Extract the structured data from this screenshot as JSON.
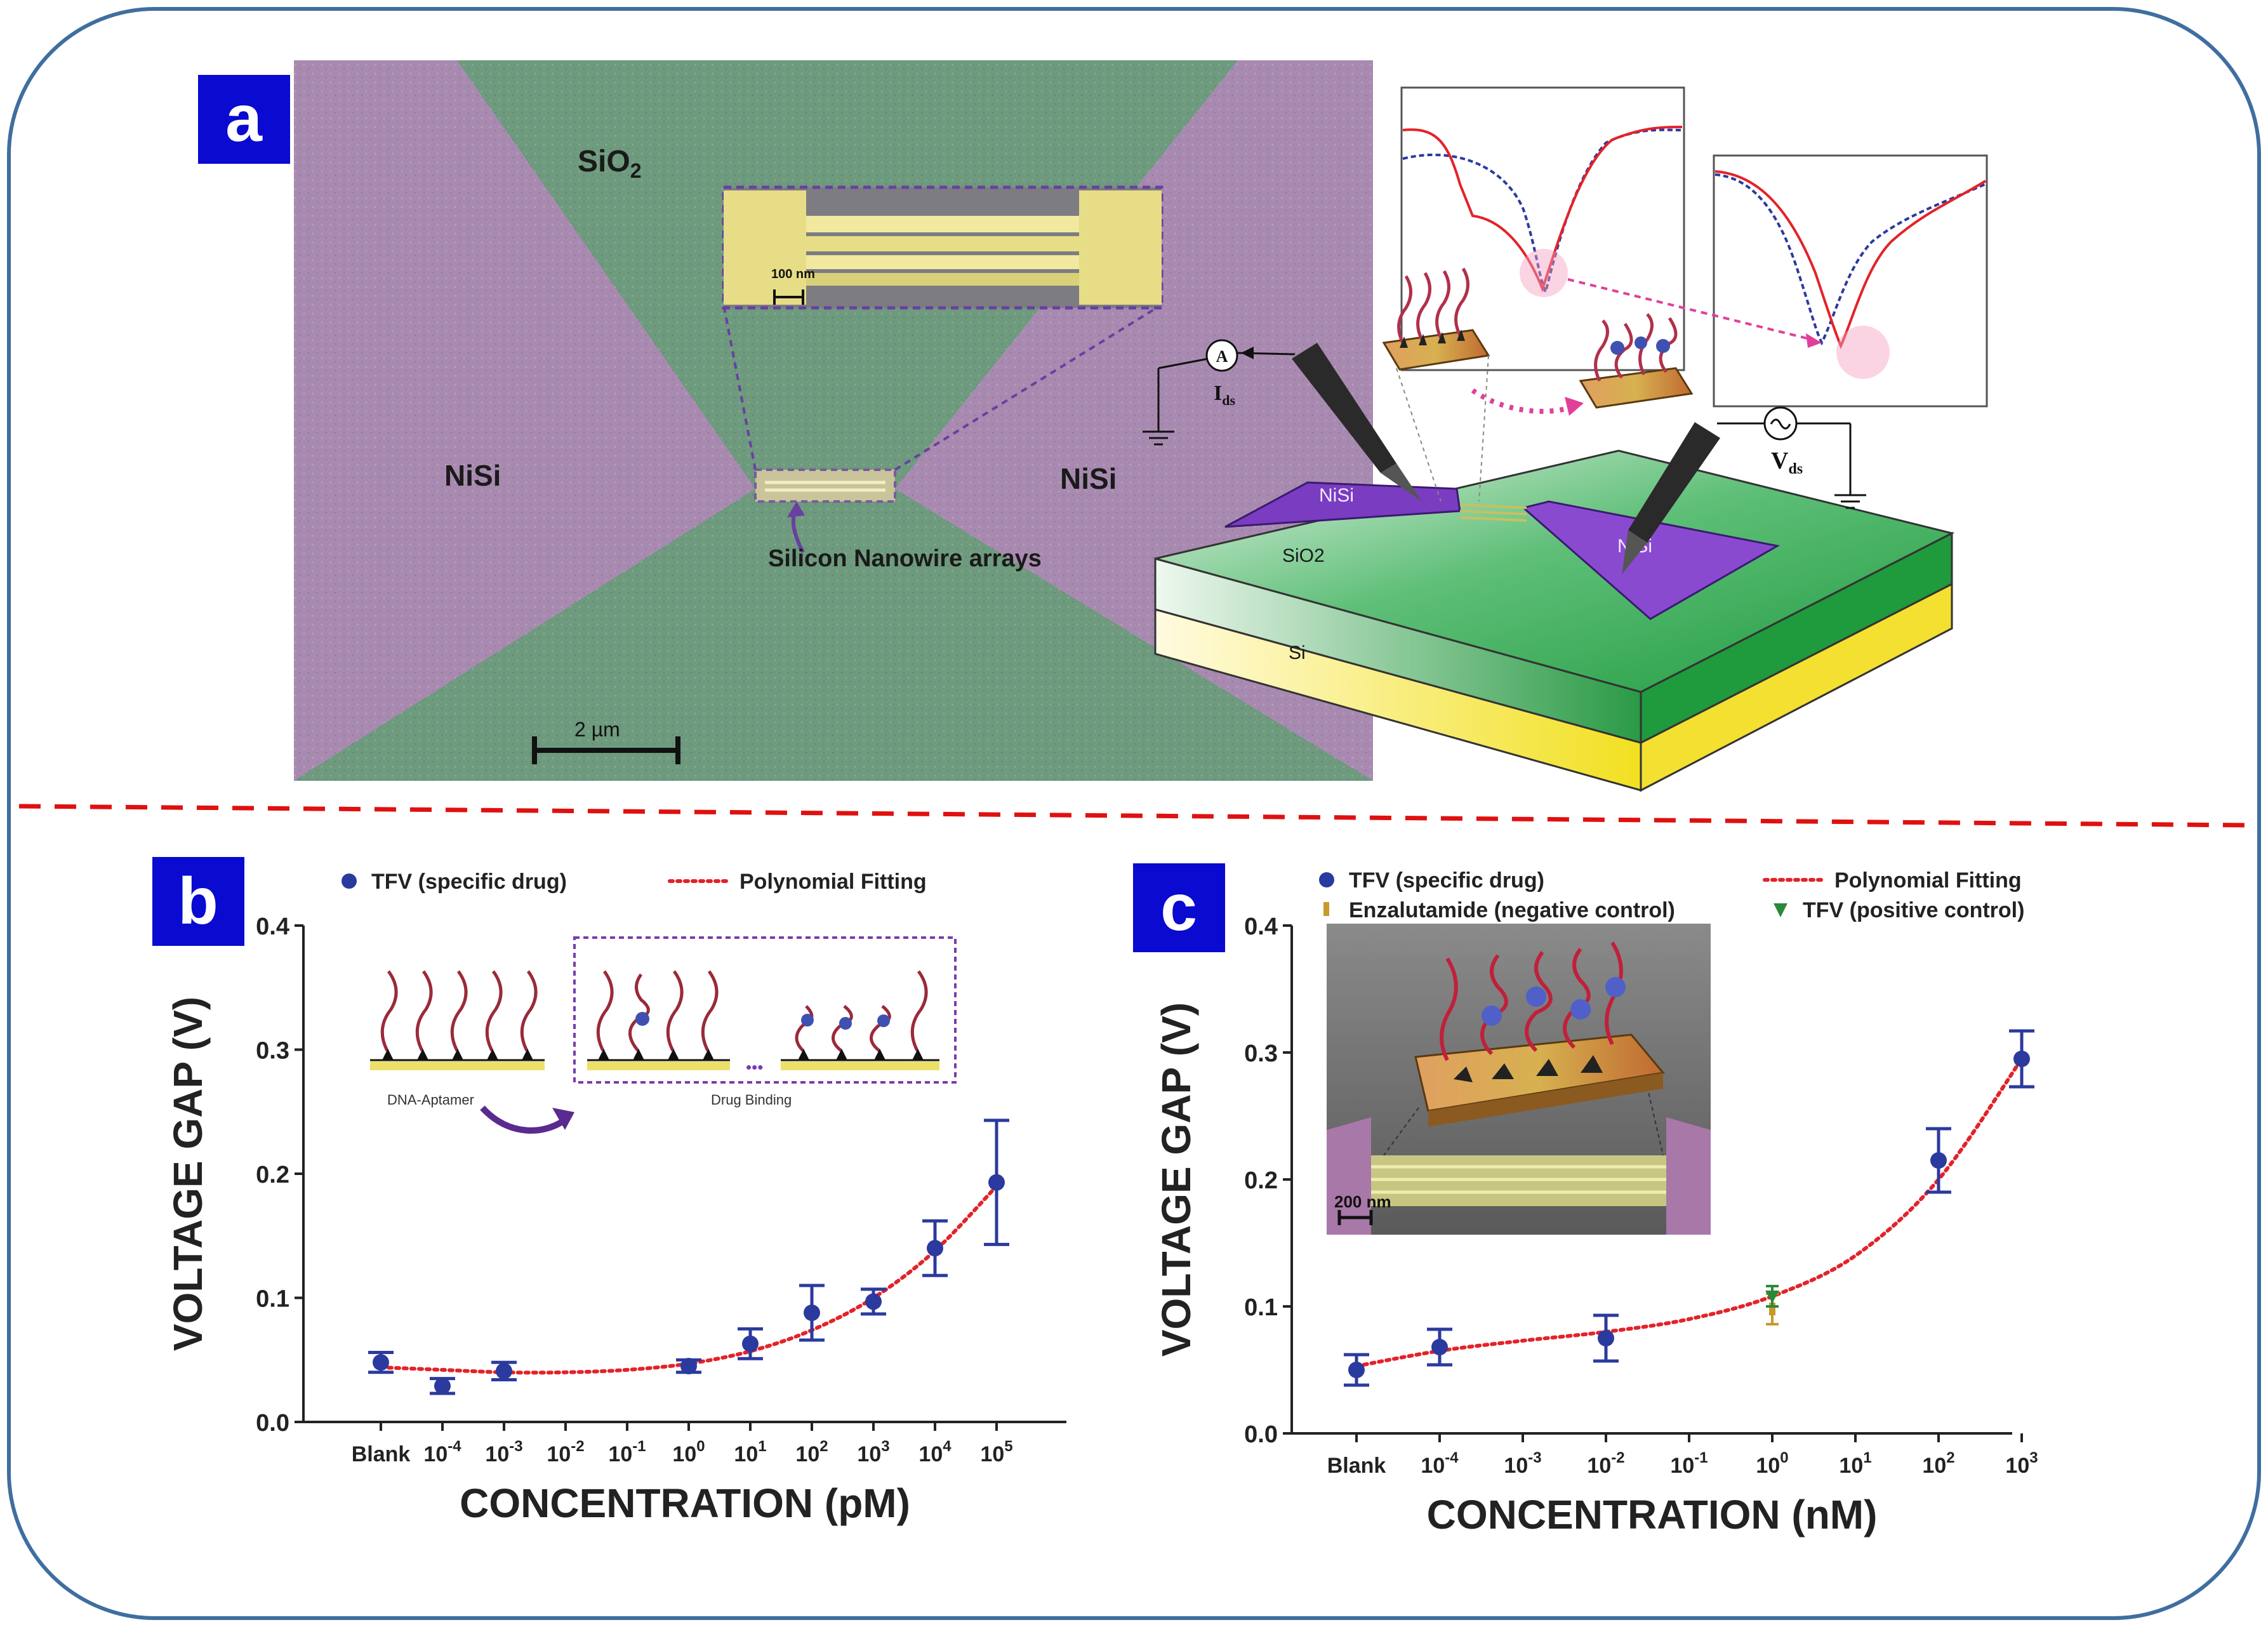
{
  "panels": {
    "a": "a",
    "b": "b",
    "c": "c"
  },
  "panel_a": {
    "sem_labels": {
      "sio2": "SiO",
      "sio2_sub": "2",
      "nisi_left": "NiSi",
      "nisi_right": "NiSi",
      "inset_scale": "100 nm",
      "nanowire": "Silicon Nanowire arrays",
      "scale_bar": "2 µm"
    },
    "device_labels": {
      "ammeter": "A",
      "ids": "I",
      "ids_sub": "ds",
      "vds": "V",
      "vds_sub": "ds",
      "nisi_left": "NiSi",
      "nisi_right": "NiSi",
      "sio2": "SiO2",
      "si": "Si"
    }
  },
  "panel_b": {
    "inset_labels": {
      "aptamer": "DNA-Aptamer",
      "binding": "Drug Binding",
      "dots": "•••"
    }
  },
  "panel_c": {
    "inset_scale": "200 nm"
  },
  "colors": {
    "frame": "#3f6ea0",
    "panel_badge": "#0a0ad0",
    "divider": "#e01010",
    "series_blue": "#2b3a9e",
    "fit_red": "#e2232a",
    "enzalutamide": "#c89a2a",
    "positive_control": "#2a8a3a",
    "sem_green": "#6e9a7e",
    "sem_purple": "#a88ab0",
    "nanowire_yellow": "#e8e0a0"
  },
  "chart_data": [
    {
      "type": "scatter",
      "panel": "b",
      "xlabel": "CONCENTRATION (pM)",
      "ylabel": "VOLTAGE GAP (V)",
      "ylim": [
        0,
        0.4
      ],
      "yticks": [
        "0.0",
        "0.1",
        "0.2",
        "0.3",
        "0.4"
      ],
      "categories": [
        "Blank",
        "10",
        "10",
        "10",
        "10",
        "10",
        "10",
        "10",
        "10",
        "10",
        "10"
      ],
      "category_exponents": [
        "",
        "-4",
        "-3",
        "-2",
        "-1",
        "0",
        "1",
        "2",
        "3",
        "4",
        "5"
      ],
      "legend": {
        "position": "top",
        "entries": [
          "TFV (specific drug)",
          "Polynomial Fitting"
        ]
      },
      "series": [
        {
          "name": "TFV (specific drug)",
          "category_index": [
            0,
            1,
            2,
            5,
            6,
            7,
            8,
            9,
            10
          ],
          "values": [
            0.048,
            0.029,
            0.041,
            0.045,
            0.063,
            0.088,
            0.097,
            0.14,
            0.193
          ],
          "errors": [
            0.008,
            0.006,
            0.007,
            0.005,
            0.012,
            0.022,
            0.01,
            0.022,
            0.05
          ]
        },
        {
          "name": "Polynomial Fitting",
          "category_index": [
            0,
            1,
            2,
            3,
            4,
            5,
            6,
            7,
            8,
            9,
            10
          ],
          "values": [
            0.044,
            0.042,
            0.04,
            0.04,
            0.042,
            0.047,
            0.057,
            0.074,
            0.1,
            0.138,
            0.19
          ]
        }
      ]
    },
    {
      "type": "scatter",
      "panel": "c",
      "xlabel": "CONCENTRATION (nM)",
      "ylabel": "VOLTAGE GAP (V)",
      "ylim": [
        0,
        0.4
      ],
      "yticks": [
        "0.0",
        "0.1",
        "0.2",
        "0.3",
        "0.4"
      ],
      "categories": [
        "Blank",
        "10",
        "10",
        "10",
        "10",
        "10",
        "10",
        "10",
        "10"
      ],
      "category_exponents": [
        "",
        "-4",
        "-3",
        "-2",
        "-1",
        "0",
        "1",
        "2",
        "3"
      ],
      "legend": {
        "position": "top",
        "entries": [
          "TFV (specific drug)",
          "Polynomial Fitting",
          "Enzalutamide (negative control)",
          "TFV (positive control)"
        ]
      },
      "series": [
        {
          "name": "TFV (specific drug)",
          "category_index": [
            0,
            1,
            3,
            7,
            8
          ],
          "values": [
            0.05,
            0.068,
            0.075,
            0.215,
            0.295
          ],
          "errors": [
            0.012,
            0.014,
            0.018,
            0.025,
            0.022
          ]
        },
        {
          "name": "Enzalutamide (negative control)",
          "category_index": [
            5
          ],
          "values": [
            0.098
          ],
          "errors": [
            0.012
          ]
        },
        {
          "name": "TFV (positive control)",
          "category_index": [
            5
          ],
          "values": [
            0.108
          ],
          "errors": [
            0.008
          ]
        },
        {
          "name": "Polynomial Fitting",
          "category_index": [
            0,
            1,
            2,
            3,
            4,
            5,
            6,
            7,
            8
          ],
          "values": [
            0.053,
            0.065,
            0.073,
            0.08,
            0.09,
            0.108,
            0.14,
            0.2,
            0.295
          ]
        }
      ]
    }
  ]
}
